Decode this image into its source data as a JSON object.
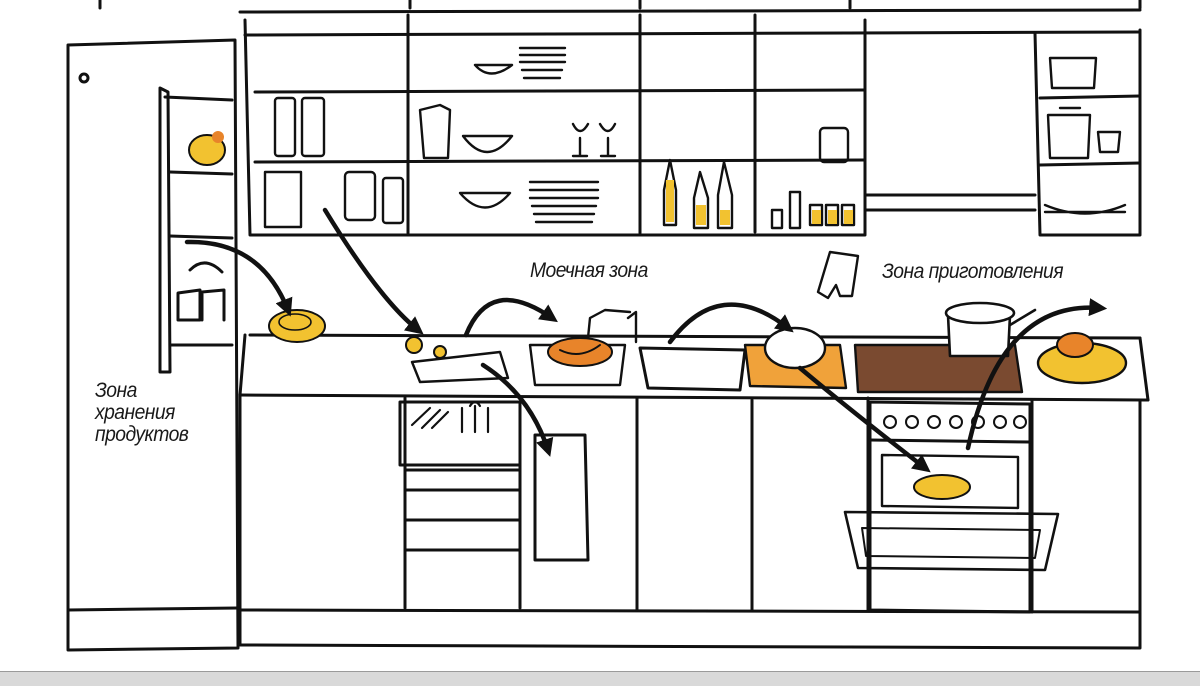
{
  "labels": {
    "washing_zone": "Моечная зона",
    "cooking_zone": "Зона приготовления",
    "storage_zone_line1": "Зона",
    "storage_zone_line2": "хранения",
    "storage_zone_line3": "продуктов"
  },
  "colors": {
    "ink": "#111111",
    "food_yellow": "#f2c230",
    "food_orange": "#e8842a",
    "board_orange": "#f0a23a",
    "hob_brown": "#7a4a30",
    "paper": "#ffffff"
  }
}
